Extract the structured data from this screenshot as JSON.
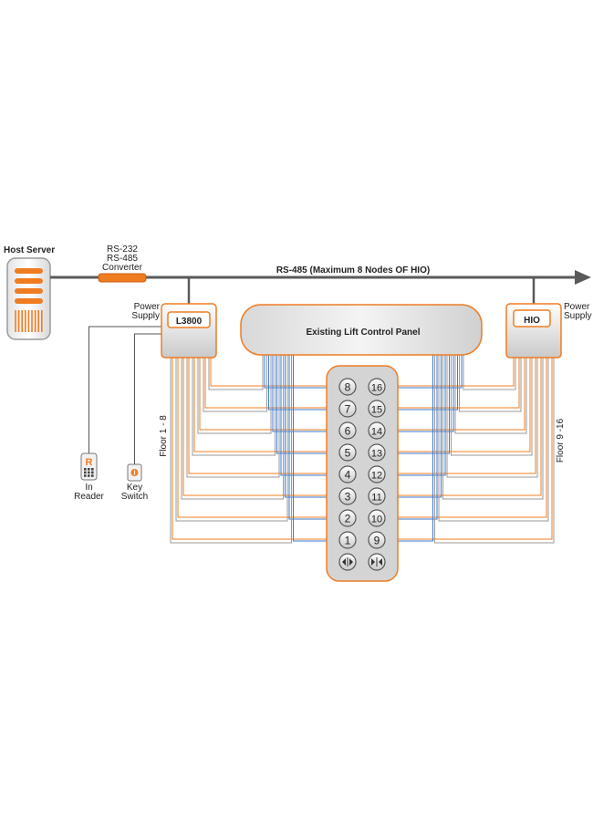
{
  "host": {
    "label": "Host Server"
  },
  "converter": {
    "lines": [
      "RS-232",
      "RS-485",
      "Converter"
    ]
  },
  "bus": {
    "label": "RS-485 (Maximum 8 Nodes OF HIO)"
  },
  "controller": {
    "label": "L3800",
    "power_lines": [
      "Power",
      "Supply"
    ]
  },
  "hio": {
    "label": "HIO",
    "power_lines": [
      "Power",
      "Supply"
    ]
  },
  "lift_panel": {
    "label": "Existing Lift Control Panel"
  },
  "floor_left": {
    "label": "Floor 1 - 8"
  },
  "floor_right": {
    "label": "Floor 9 -16"
  },
  "reader": {
    "glyph": "R",
    "lines": [
      "In",
      "Reader"
    ]
  },
  "key_switch": {
    "lines": [
      "Key",
      "Switch"
    ]
  },
  "buttons": {
    "left": [
      "8",
      "7",
      "6",
      "5",
      "4",
      "3",
      "2",
      "1"
    ],
    "right": [
      "16",
      "15",
      "14",
      "13",
      "12",
      "11",
      "10",
      "9"
    ]
  },
  "colors": {
    "accent": "#f07c22",
    "wire_blue": "#3a7bd5",
    "bus": "#5a5a5a"
  }
}
